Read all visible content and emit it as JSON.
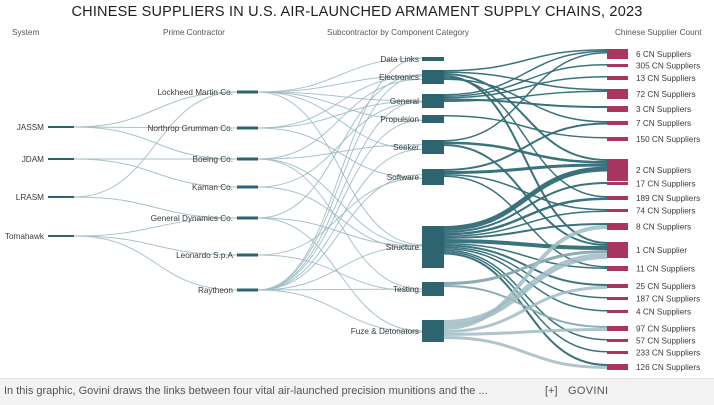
{
  "title": "CHINESE SUPPLIERS IN U.S. AIR-LAUNCHED ARMAMENT SUPPLY CHAINS, 2023",
  "headers": [
    "System",
    "Prime Contractor",
    "Subcontractor by Component Category",
    "Chinese Supplier Count"
  ],
  "systems": [
    "JASSM",
    "JDAM",
    "LRASM",
    "Tomahawk"
  ],
  "primes": [
    "Lockheed Martin Co.",
    "Northrop Grumman Co.",
    "Boeing Co.",
    "Kaman Co.",
    "General Dynamics Co.",
    "Leonardo S.p.A",
    "Raytheon"
  ],
  "categories": [
    "Data Links",
    "Electronics",
    "General",
    "Propulsion",
    "Seeker",
    "Software",
    "Structure",
    "Testing",
    "Fuze & Detonators"
  ],
  "suppliers": [
    "6 CN Suppliers",
    "305 CN Suppliers",
    "13 CN Suppliers",
    "72 CN Suppliers",
    "3 CN Suppliers",
    "7 CN Suppliers",
    "150 CN Suppliers",
    "2 CN Suppliers",
    "17 CN Suppliers",
    "189 CN Suppliers",
    "74 CN Suppliers",
    "8 CN Suppliers",
    "1 CN Supplier",
    "11 CN Suppliers",
    "25 CN Suppliers",
    "187 CN Suppliers",
    "4 CN Suppliers",
    "97 CN Suppliers",
    "57 CN Suppliers",
    "233 CN Suppliers",
    "126 CN Suppliers"
  ],
  "colors": {
    "node_dark": "#2e6470",
    "node_pink": "#a8365f",
    "link_light": "#9fbcc3",
    "link_dark": "#2f6b77",
    "link_mid": "#86a9b1"
  },
  "links": {
    "sys_prime": [
      [
        0,
        0
      ],
      [
        0,
        1
      ],
      [
        0,
        2
      ],
      [
        1,
        2
      ],
      [
        1,
        3
      ],
      [
        2,
        0
      ],
      [
        2,
        4
      ],
      [
        3,
        6
      ],
      [
        3,
        4
      ],
      [
        3,
        5
      ]
    ],
    "prime_cat": [
      [
        0,
        0
      ],
      [
        0,
        1
      ],
      [
        0,
        2
      ],
      [
        0,
        3
      ],
      [
        0,
        4
      ],
      [
        0,
        6
      ],
      [
        1,
        1
      ],
      [
        1,
        2
      ],
      [
        1,
        5
      ],
      [
        2,
        1
      ],
      [
        2,
        4
      ],
      [
        2,
        6
      ],
      [
        2,
        7
      ],
      [
        3,
        2
      ],
      [
        3,
        6
      ],
      [
        4,
        1
      ],
      [
        4,
        6
      ],
      [
        4,
        8
      ],
      [
        5,
        5
      ],
      [
        5,
        7
      ],
      [
        6,
        0
      ],
      [
        6,
        1
      ],
      [
        6,
        2
      ],
      [
        6,
        3
      ],
      [
        6,
        4
      ],
      [
        6,
        5
      ],
      [
        6,
        6
      ],
      [
        6,
        7
      ],
      [
        6,
        8
      ]
    ],
    "cat_sup": [
      [
        1,
        0,
        "d",
        1.5
      ],
      [
        1,
        3,
        "d",
        1.5
      ],
      [
        1,
        7,
        "d",
        2
      ],
      [
        1,
        12,
        "d",
        2
      ],
      [
        1,
        9,
        "d",
        1.5
      ],
      [
        1,
        5,
        "d",
        1.5
      ],
      [
        2,
        0,
        "d",
        1.5
      ],
      [
        2,
        1,
        "d",
        1.5
      ],
      [
        2,
        2,
        "d",
        1.5
      ],
      [
        2,
        4,
        "d",
        2
      ],
      [
        2,
        3,
        "d",
        1.5
      ],
      [
        3,
        6,
        "d",
        1.5
      ],
      [
        4,
        0,
        "d",
        1.5
      ],
      [
        4,
        7,
        "d",
        2.5
      ],
      [
        4,
        12,
        "d",
        2
      ],
      [
        5,
        5,
        "d",
        2
      ],
      [
        5,
        7,
        "d",
        3
      ],
      [
        5,
        10,
        "d",
        1.5
      ],
      [
        5,
        13,
        "d",
        1.5
      ],
      [
        6,
        7,
        "d",
        5
      ],
      [
        6,
        8,
        "d",
        2
      ],
      [
        6,
        9,
        "d",
        2.5
      ],
      [
        6,
        10,
        "d",
        1.5
      ],
      [
        6,
        11,
        "d",
        2
      ],
      [
        6,
        12,
        "d",
        4
      ],
      [
        6,
        13,
        "d",
        1.5
      ],
      [
        6,
        14,
        "d",
        2
      ],
      [
        6,
        15,
        "d",
        1.5
      ],
      [
        6,
        16,
        "d",
        1.5
      ],
      [
        6,
        18,
        "d",
        1.5
      ],
      [
        6,
        19,
        "d",
        1.5
      ],
      [
        6,
        20,
        "d",
        2
      ],
      [
        7,
        12,
        "m",
        3
      ],
      [
        7,
        17,
        "m",
        2
      ],
      [
        8,
        12,
        "l",
        6
      ],
      [
        8,
        11,
        "l",
        4
      ],
      [
        8,
        14,
        "l",
        3
      ],
      [
        8,
        17,
        "l",
        3
      ],
      [
        8,
        20,
        "l",
        3
      ]
    ]
  },
  "caption": {
    "text": "In this graphic, Govini draws the links between four vital air-launched precision munitions and the ...",
    "more": "[+]",
    "brand": "GOVINI"
  }
}
